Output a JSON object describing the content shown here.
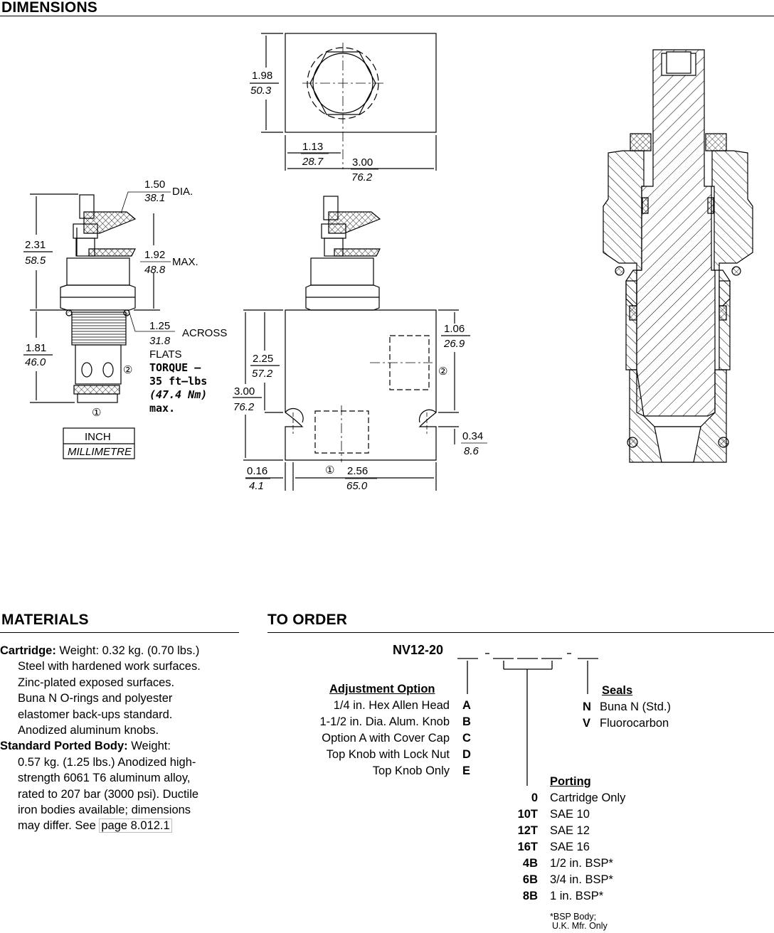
{
  "sections": {
    "dimensions": "DIMENSIONS",
    "materials": "MATERIALS",
    "to_order": "TO ORDER"
  },
  "drawing": {
    "units_legend": {
      "inch": "INCH",
      "mm": "MILLIMETRE"
    },
    "dims": {
      "d198": {
        "in": "1.98",
        "mm": "50.3"
      },
      "d113": {
        "in": "1.13",
        "mm": "28.7"
      },
      "d300w": {
        "in": "3.00",
        "mm": "76.2"
      },
      "d150": {
        "in": "1.50",
        "mm": "38.1",
        "suffix": "DIA."
      },
      "d231": {
        "in": "2.31",
        "mm": "58.5"
      },
      "d192": {
        "in": "1.92",
        "mm": "48.8",
        "suffix": "MAX."
      },
      "d125": {
        "in": "1.25",
        "mm": "31.8",
        "suffix": "ACROSS",
        "suffix2": "FLATS"
      },
      "d181": {
        "in": "1.81",
        "mm": "46.0"
      },
      "d225": {
        "in": "2.25",
        "mm": "57.2"
      },
      "d300h": {
        "in": "3.00",
        "mm": "76.2"
      },
      "d106": {
        "in": "1.06",
        "mm": "26.9"
      },
      "d034": {
        "in": "0.34",
        "mm": "8.6"
      },
      "d016": {
        "in": "0.16",
        "mm": "4.1"
      },
      "d256": {
        "in": "2.56",
        "mm": "65.0"
      }
    },
    "torque": [
      "TORQUE –",
      "35 ft–lbs",
      "(47.4 Nm)",
      "max."
    ],
    "port1": "①",
    "port2": "②"
  },
  "materials": {
    "cartridge_label": "Cartridge:",
    "cartridge_first": " Weight: 0.32 kg. (0.70 lbs.)",
    "cartridge_lines": [
      "Steel with hardened work surfaces.",
      "Zinc-plated exposed surfaces.",
      "Buna N O-rings and polyester",
      "elastomer back-ups standard.",
      "Anodized aluminum knobs."
    ],
    "body_label": "Standard Ported Body:",
    "body_first": " Weight:",
    "body_lines": [
      "0.57 kg. (1.25 lbs.) Anodized high-",
      "strength 6061 T6 aluminum alloy,",
      "rated to 207 bar (3000 psi). Ductile",
      "iron bodies available; dimensions"
    ],
    "body_last_pre": "may differ. See ",
    "body_link": "page 8.012.1"
  },
  "order": {
    "model": "NV12-20",
    "dash": "-",
    "adjustment": {
      "title": "Adjustment Option",
      "options": [
        {
          "label": "1/4 in. Hex Allen Head",
          "code": "A"
        },
        {
          "label": "1-1/2 in. Dia. Alum. Knob",
          "code": "B"
        },
        {
          "label": "Option A with Cover Cap",
          "code": "C"
        },
        {
          "label": "Top Knob with Lock Nut",
          "code": "D"
        },
        {
          "label": "Top Knob Only",
          "code": "E"
        }
      ]
    },
    "seals": {
      "title": "Seals",
      "options": [
        {
          "code": "N",
          "label": "Buna N (Std.)"
        },
        {
          "code": "V",
          "label": "Fluorocarbon"
        }
      ]
    },
    "porting": {
      "title": "Porting",
      "options": [
        {
          "code": "0",
          "label": "Cartridge Only"
        },
        {
          "code": "10T",
          "label": "SAE 10"
        },
        {
          "code": "12T",
          "label": "SAE 12"
        },
        {
          "code": "16T",
          "label": "SAE 16"
        },
        {
          "code": "4B",
          "label": "1/2 in. BSP*"
        },
        {
          "code": "6B",
          "label": "3/4 in. BSP*"
        },
        {
          "code": "8B",
          "label": "1 in. BSP*"
        }
      ],
      "footnote1": "*BSP Body;",
      "footnote2": "U.K. Mfr. Only"
    }
  }
}
